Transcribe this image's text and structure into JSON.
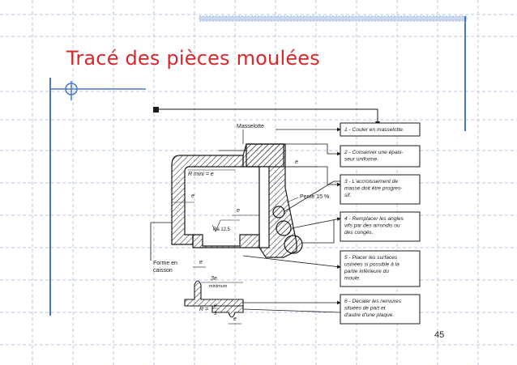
{
  "slide": {
    "title": "Tracé des pièces moulées",
    "page_number": "45"
  },
  "colors": {
    "title": "#d9262b",
    "frame_blue": "#4a78c8",
    "dash_grid": "#b9c8e6",
    "drawing_ink": "#1a1a1a"
  },
  "diagram": {
    "labels": {
      "masselotte": "Masselotte",
      "r_mini": "R mini = e",
      "pente": "Pente 15 %",
      "roughness": "Ra 12,5",
      "e": "e",
      "forme_line1": "Forme en",
      "forme_line2": "caisson",
      "three_e": "3e",
      "minimum": "minimum",
      "r_formula_prefix": "R =",
      "r_num": "e",
      "r_den": "3"
    },
    "rules": [
      {
        "lines": [
          "1 - Couler en masselotte."
        ]
      },
      {
        "lines": [
          "2 - Conserver une épais-",
          "seur uniforme."
        ]
      },
      {
        "lines": [
          "3 - L'accroissement de",
          "masse doit être progres-",
          "sif."
        ]
      },
      {
        "lines": [
          "4 - Remplacer les angles",
          "vifs par des arrondis ou",
          "des congés."
        ]
      },
      {
        "lines": [
          "5 - Placer les surfaces",
          "usinées si possible à la",
          "partie inférieure du",
          "moule."
        ]
      },
      {
        "lines": [
          "6 - Décaler les nervures",
          "situées de part et",
          "d'autre d'une plaque."
        ]
      }
    ]
  }
}
